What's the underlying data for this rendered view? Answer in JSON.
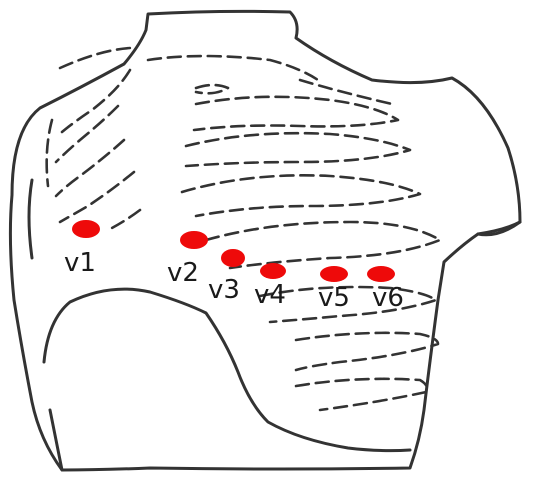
{
  "colors": {
    "outline": "#333333",
    "electrode": "#ee0a0a",
    "background": "#ffffff"
  },
  "leads": [
    {
      "id": "v1",
      "label": "v1"
    },
    {
      "id": "v2",
      "label": "v2"
    },
    {
      "id": "v3",
      "label": "v3"
    },
    {
      "id": "v4",
      "label": "v4"
    },
    {
      "id": "v5",
      "label": "v5"
    },
    {
      "id": "v6",
      "label": "v6"
    }
  ]
}
